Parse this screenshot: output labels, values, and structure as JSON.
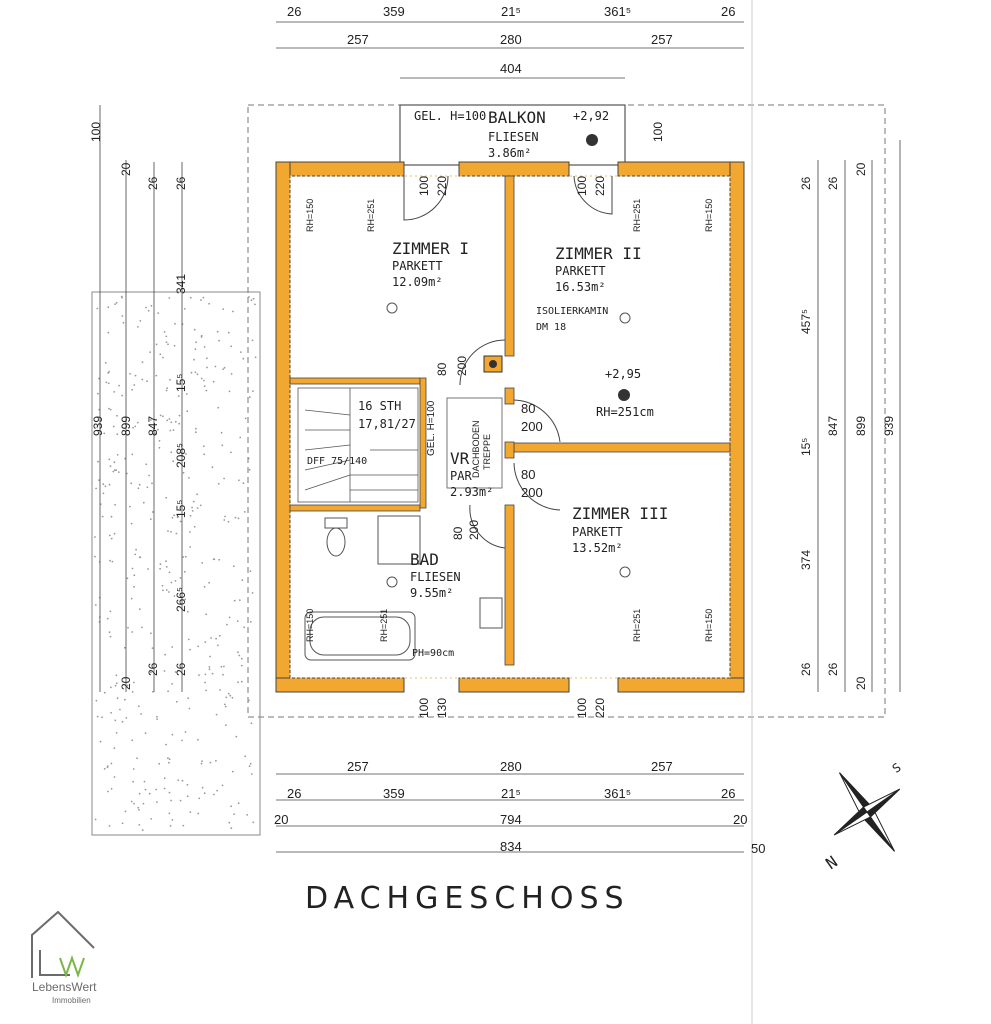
{
  "title": "DACHGESCHOSS",
  "colors": {
    "wall": "#f2a730",
    "line": "#333333",
    "logo_green": "#7ab648",
    "logo_grey": "#6b6b6b"
  },
  "dims": {
    "top_row1": [
      "26",
      "359",
      "21⁵",
      "361⁵",
      "26"
    ],
    "top_row2": [
      "257",
      "280",
      "257"
    ],
    "top_row3": "404",
    "bottom_row1": [
      "257",
      "280",
      "257"
    ],
    "bottom_row2": [
      "26",
      "359",
      "21⁵",
      "361⁵",
      "26"
    ],
    "bottom_row3": [
      "20",
      "794",
      "20"
    ],
    "bottom_row4": "834",
    "bottom_extra": "50",
    "left": [
      "100",
      "20",
      "26",
      "26",
      "341",
      "939",
      "899",
      "847",
      "15⁵",
      "208⁵",
      "15⁵",
      "266⁵",
      "26",
      "26",
      "20"
    ],
    "right": [
      "26",
      "26",
      "20",
      "457⁵",
      "15⁵",
      "847",
      "899",
      "939",
      "374",
      "26",
      "26",
      "20"
    ],
    "balcony_side": "100",
    "door_openings": [
      "100",
      "220",
      "100",
      "220",
      "80",
      "200",
      "80",
      "200",
      "80",
      "200",
      "80",
      "200",
      "100",
      "130",
      "100",
      "220"
    ]
  },
  "balcony": {
    "name": "BALKON",
    "floor": "FLIESEN",
    "area": "3.86m²",
    "rail": "GEL. H=100",
    "level": "+2,92"
  },
  "rooms": [
    {
      "name": "ZIMMER I",
      "floor": "PARKETT",
      "area": "12.09m²"
    },
    {
      "name": "ZIMMER II",
      "floor": "PARKETT",
      "area": "16.53m²"
    },
    {
      "name": "ZIMMER III",
      "floor": "PARKETT",
      "area": "13.52m²"
    },
    {
      "name": "VR",
      "floor": "PAR",
      "area": "2.93m²"
    },
    {
      "name": "BAD",
      "floor": "FLIESEN",
      "area": "9.55m²"
    }
  ],
  "notes": {
    "stairs": "16 STH",
    "stairs2": "17,81/27",
    "dff": "DFF 75/140",
    "rail": "GEL. H=100",
    "attic_stair1": "DACHBODEN",
    "attic_stair2": "TREPPE",
    "chimney1": "ISOLIERKAMIN",
    "chimney2": "DM 18",
    "level2": "+2,95",
    "rh_room": "RH=251cm",
    "ph": "PH=90cm",
    "rh150": "RH=150",
    "rh251": "RH=251"
  },
  "compass": {
    "n": "N",
    "s": "S"
  },
  "logo": {
    "line1": "LebensWert",
    "line2": "Immobilien"
  }
}
